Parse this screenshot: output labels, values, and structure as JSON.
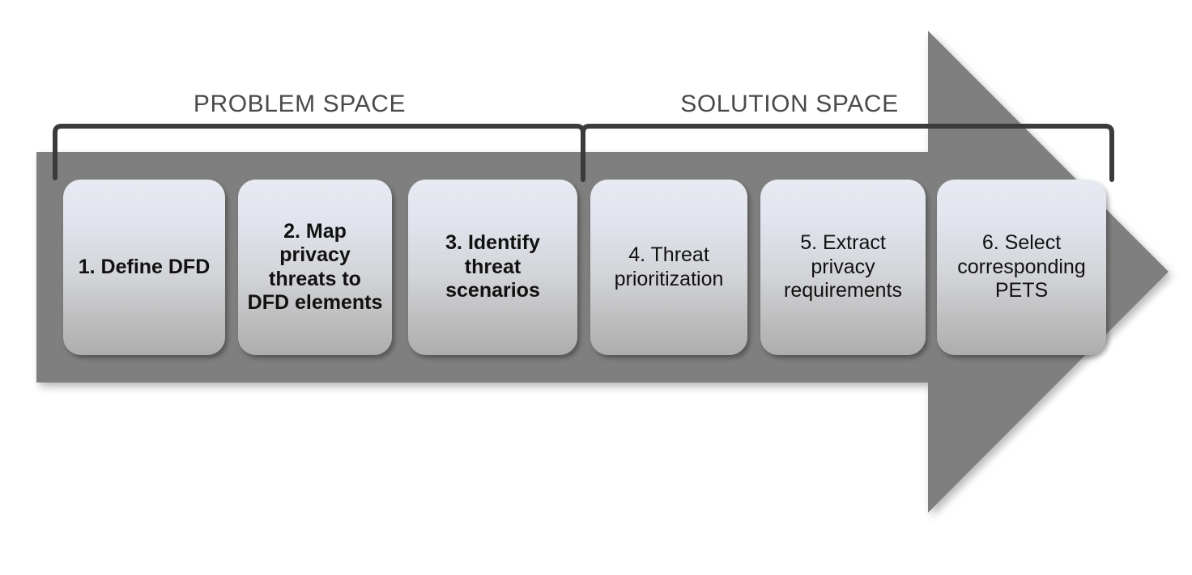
{
  "diagram": {
    "title": "Privacy threat modeling methodology phases",
    "arrow_color": "#7f7f7f",
    "bracket_color": "#3b3b3b",
    "label_color": "#4a4a4a",
    "box_gradient_top": "#e8eaf2",
    "box_gradient_bottom": "#adadad",
    "groups": [
      {
        "id": "problem-space",
        "label": "PROBLEM SPACE",
        "steps": [
          1,
          2,
          3
        ]
      },
      {
        "id": "solution-space",
        "label": "SOLUTION SPACE",
        "steps": [
          4,
          5,
          6
        ]
      }
    ],
    "steps": [
      {
        "number": "1",
        "label": "1. Define DFD",
        "bold": true
      },
      {
        "number": "2",
        "label": "2. Map privacy threats to DFD elements",
        "bold": true
      },
      {
        "number": "3",
        "label": "3. Identify threat scenarios",
        "bold": true
      },
      {
        "number": "4",
        "label": "4. Threat prioritization",
        "bold": false
      },
      {
        "number": "5",
        "label": "5. Extract privacy requirements",
        "bold": false
      },
      {
        "number": "6",
        "label": "6. Select corresponding PETS",
        "bold": false
      }
    ]
  }
}
